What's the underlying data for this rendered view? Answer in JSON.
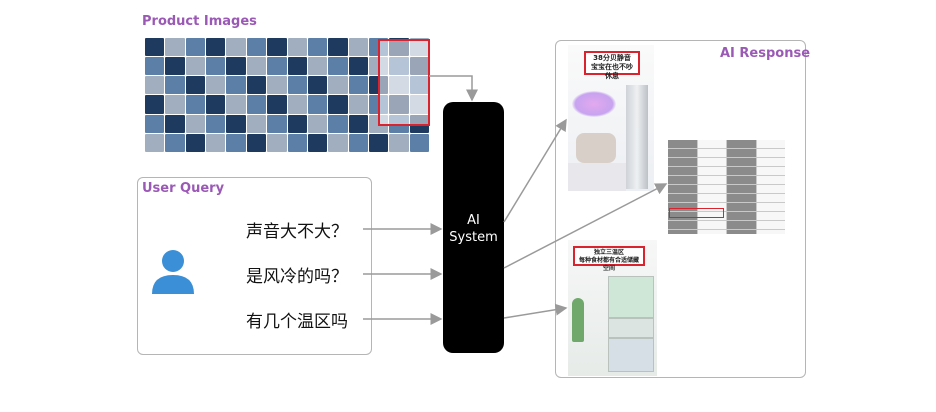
{
  "product_images": {
    "label": "Product Images"
  },
  "user_query": {
    "label": "User Query",
    "queries": [
      "声音大不大？",
      "是风冷的吗？",
      "有几个温区吗"
    ]
  },
  "ai_system": {
    "line1": "AI",
    "line2": "System"
  },
  "ai_response": {
    "label": "AI Response",
    "card1_title_line1": "38分贝静音",
    "card1_title_line2": "宝宝在也不吵休息",
    "card3_title_line1": "独立三温区",
    "card3_title_line2": "每种食材都有合适储藏空间"
  },
  "colors": {
    "accent": "#9b59b6",
    "user_icon": "#3a8fd6",
    "highlight": "#d9232e",
    "system_box": "#000000",
    "arrow": "#9a9a9a"
  },
  "icons": {
    "user": "user-avatar-icon"
  }
}
